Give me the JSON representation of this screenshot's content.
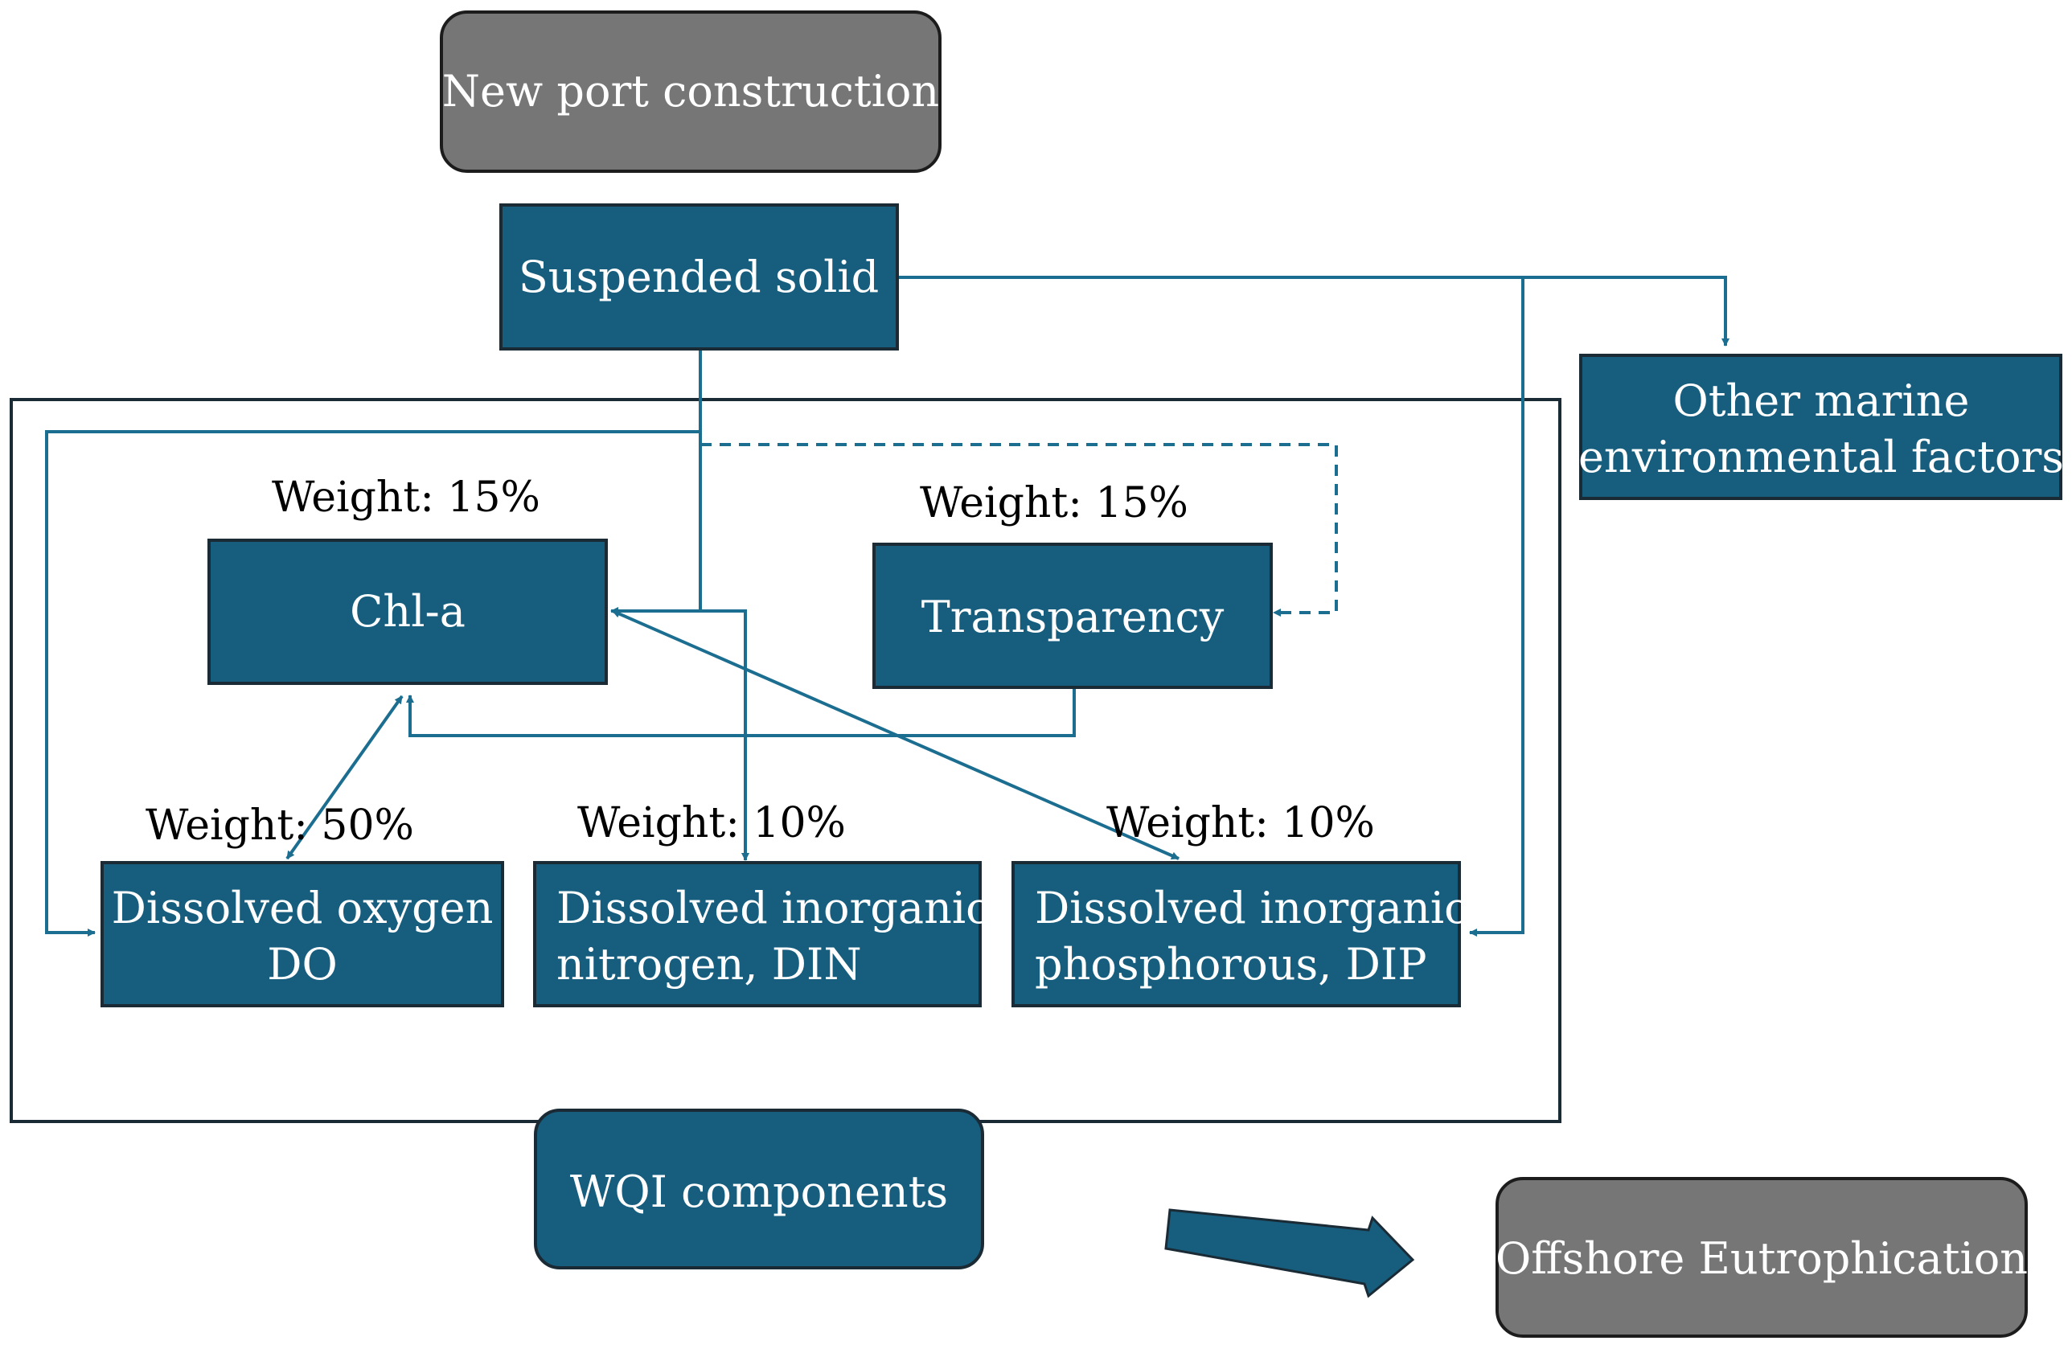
{
  "nodes": {
    "new_port": "New port construction",
    "suspended_solid": "Suspended solid",
    "other_factors_line1": "Other marine",
    "other_factors_line2": "environmental factors",
    "chla": "Chl-a",
    "transparency": "Transparency",
    "do_line1": "Dissolved oxygen",
    "do_line2": "DO",
    "din_line1": "Dissolved inorganic",
    "din_line2": "nitrogen, DIN",
    "dip_line1": "Dissolved inorganic",
    "dip_line2": "phosphorous, DIP",
    "wqi": "WQI components",
    "eutrophication": "Offshore Eutrophication"
  },
  "weights": {
    "chla": "Weight: 15%",
    "transparency": "Weight: 15%",
    "do": "Weight: 50%",
    "din": "Weight: 10%",
    "dip": "Weight: 10%"
  },
  "colors": {
    "box_blue": "#175e7e",
    "box_grey": "#767676",
    "arrow": "#1c6e91",
    "frame": "#1a2b36"
  }
}
